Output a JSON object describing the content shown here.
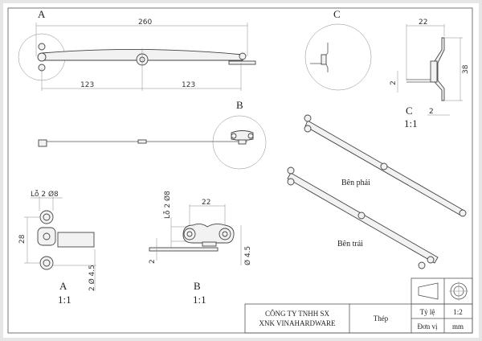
{
  "views": {
    "top": {
      "label_a": "A",
      "dim_total": "260",
      "dim_left": "123",
      "dim_right": "123"
    },
    "side": {
      "label_b": "B"
    },
    "detail_c": {
      "label": "C",
      "dim_width": "22",
      "dim_height": "38",
      "dim_thick": "2",
      "dim_thick2": "2",
      "title": "C",
      "scale": "1:1"
    },
    "detail_a": {
      "hole_label": "Lỗ 2 Ø8",
      "dim_height": "28",
      "dim_hole": "2 Ø 4.5",
      "title": "A",
      "scale": "1:1"
    },
    "detail_b": {
      "hole_label": "Lỗ 2 Ø8",
      "dim_width": "22",
      "dim_thick": "2",
      "dim_hole": "Ø 4.5",
      "title": "B",
      "scale": "1:1"
    },
    "iso": {
      "right_label": "Bên phải",
      "left_label": "Bên trái"
    }
  },
  "title_block": {
    "company_line1": "CÔNG TY TNHH SX",
    "company_line2": "XNK VINAHARDWARE",
    "material": "Thép",
    "scale_label": "Tỷ lệ",
    "scale_value": "1:2",
    "unit_label": "Đơn vị",
    "unit_value": "mm"
  }
}
